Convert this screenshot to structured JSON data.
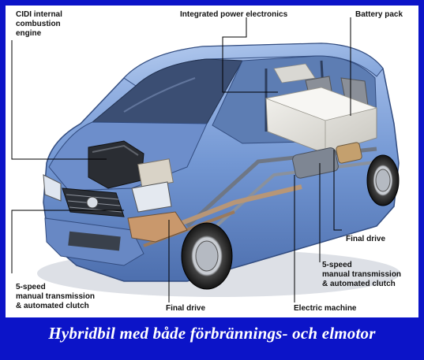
{
  "labels": {
    "cidi_engine": "CIDI internal\ncombustion\nengine",
    "integrated_power": "Integrated power electronics",
    "battery_pack": "Battery pack",
    "final_drive_rear": "Final drive",
    "transmission_rear": "5-speed\nmanual transmission\n& automated clutch",
    "transmission_front": "5-speed\nmanual transmission\n& automated clutch",
    "final_drive_front": "Final drive",
    "electric_machine": "Electric machine"
  },
  "caption": "Hybridbil med både förbrännings- och elmotor",
  "colors": {
    "background": "#0c14c8",
    "panel": "#ffffff",
    "car_body": "#6f93d0",
    "car_body_light": "#9db8e6",
    "glass": "#2d3e5e",
    "battery": "#e9e8e4",
    "caption_text": "#ffffff"
  }
}
